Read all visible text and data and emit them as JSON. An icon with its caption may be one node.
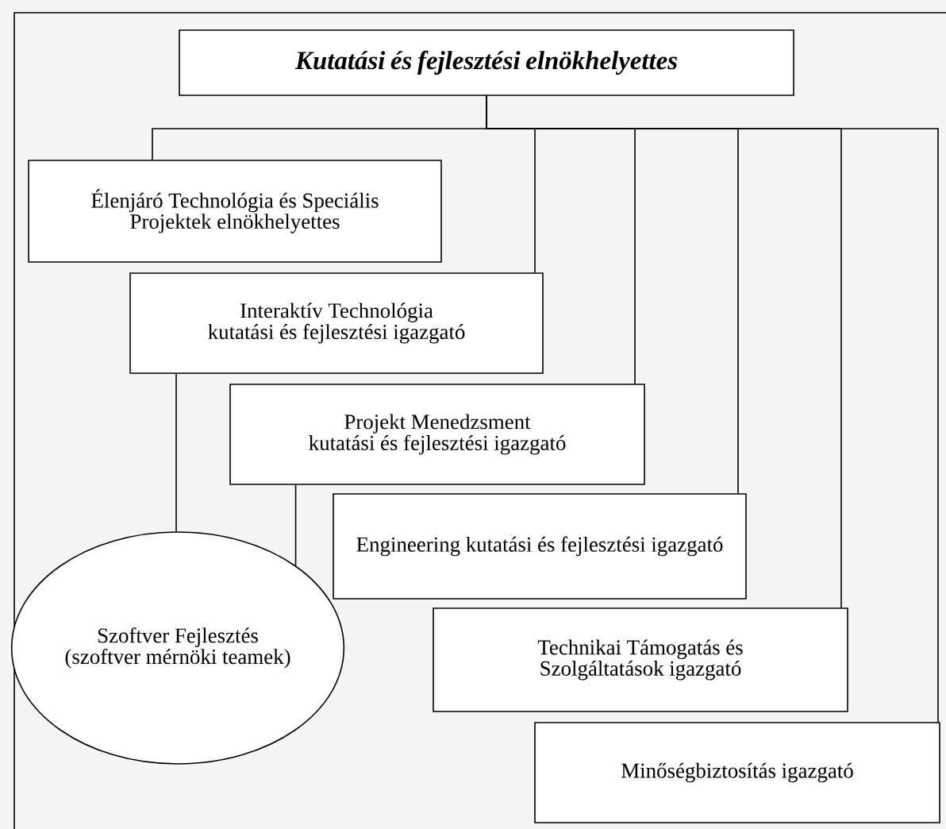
{
  "diagram": {
    "nodes": [
      {
        "text": [
          "Kutatási és fejlesztési elnökhelyettes"
        ]
      },
      {
        "text": [
          "Élenjáró Technológia és Speciális Projektek elnökhelyettes"
        ]
      },
      {
        "text": [
          "Interaktív Technológia kutatási és fejlesztési igazgató"
        ]
      },
      {
        "text": [
          "Projekt Menedzsment kutatási és fejlesztési igazgató"
        ]
      },
      {
        "text": [
          "Engineering kutatási és fejlesztési igazgató"
        ]
      },
      {
        "text": [
          "Technikai Támogatás és Szolgáltatások igazgató"
        ]
      },
      {
        "text": [
          "Minőségbiztosítás igazgató"
        ]
      },
      {
        "text": [
          "Szoftver Fejlesztés (szoftver mérnöki teamek)"
        ]
      }
    ],
    "edges": [
      {
        "from": 0,
        "to": 1,
        "arrow": "none"
      },
      {
        "from": 0,
        "to": 2,
        "arrow": "none"
      },
      {
        "from": 0,
        "to": 3,
        "arrow": "none"
      },
      {
        "from": 0,
        "to": 4,
        "arrow": "none"
      },
      {
        "from": 0,
        "to": 5,
        "arrow": "none"
      },
      {
        "from": 0,
        "to": 6,
        "arrow": "none"
      },
      {
        "from": 2,
        "to": 7,
        "arrow": "none"
      },
      {
        "from": 3,
        "to": 7,
        "arrow": "none"
      }
    ]
  }
}
